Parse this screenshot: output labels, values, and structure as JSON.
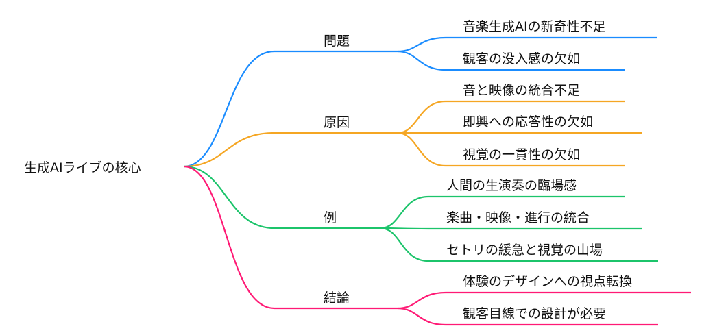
{
  "root": "生成AIライブの核心",
  "branches": [
    {
      "label": "問題",
      "color": "#1a8cff",
      "leaves": [
        "音楽生成AIの新奇性不足",
        "観客の没入感の欠如"
      ]
    },
    {
      "label": "原因",
      "color": "#f5a623",
      "leaves": [
        "音と映像の統合不足",
        "即興への応答性の欠如",
        "視覚の一貫性の欠如"
      ]
    },
    {
      "label": "例",
      "color": "#1cc46b",
      "leaves": [
        "人間の生演奏の臨場感",
        "楽曲・映像・進行の統合",
        "セトリの緩急と視覚の山場"
      ]
    },
    {
      "label": "結論",
      "color": "#ff1a75",
      "leaves": [
        "体験のデザインへの視点転換",
        "観客目線での設計が必要"
      ]
    }
  ]
}
